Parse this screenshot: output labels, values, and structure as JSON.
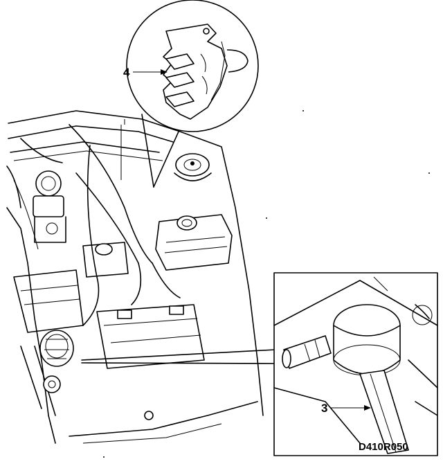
{
  "diagram": {
    "callouts": {
      "label_4": "4",
      "label_3": "3"
    },
    "figure_code": "D410R050",
    "colors": {
      "line": "#000000",
      "background": "#ffffff"
    }
  }
}
